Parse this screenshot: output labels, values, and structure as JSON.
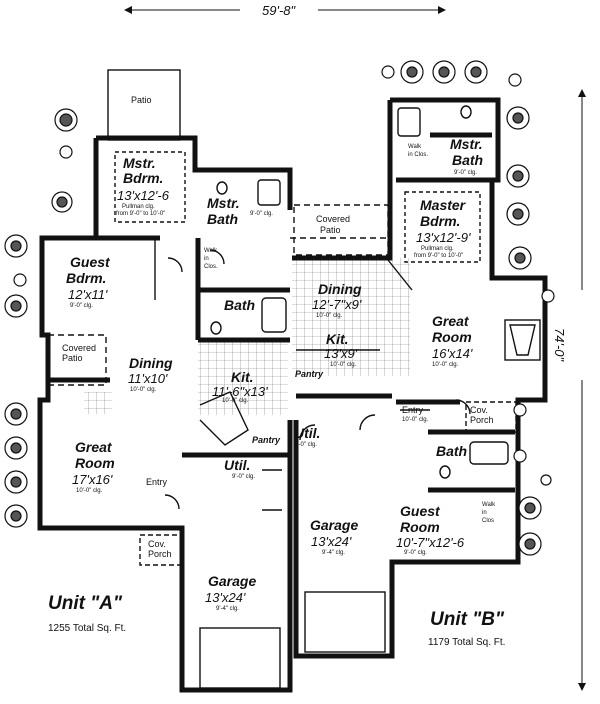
{
  "overall": {
    "width": "59'-8\"",
    "depth": "74'-0\""
  },
  "unit_a": {
    "title": "Unit \"A\"",
    "sqft": "1255 Total Sq. Ft.",
    "patio": "Patio",
    "mstr_bdrm": {
      "name1": "Mstr.",
      "name2": "Bdrm.",
      "dim": "13'x12'-6",
      "note1": "Pullman clg.",
      "note2": "from 9'-0\" to 10'-0\""
    },
    "mstr_bath": {
      "name1": "Mstr.",
      "name2": "Bath",
      "note": "9'-0\" clg."
    },
    "walk_in": {
      "l1": "Walk",
      "l2": "in",
      "l3": "Clos."
    },
    "guest_bdrm": {
      "name1": "Guest",
      "name2": "Bdrm.",
      "dim": "12'x11'",
      "note": "9'-0\" clg."
    },
    "bath": "Bath",
    "covered_patio": {
      "l1": "Covered",
      "l2": "Patio"
    },
    "dining": {
      "name": "Dining",
      "dim": "11'x10'",
      "note": "10'-0\" clg."
    },
    "kit": {
      "name": "Kit.",
      "dim": "11'-6\"x13'",
      "note": "10'-0\" clg."
    },
    "great_room": {
      "name1": "Great",
      "name2": "Room",
      "dim": "17'x16'",
      "note": "10'-0\" clg."
    },
    "pantry": "Pantry",
    "util": {
      "name": "Util.",
      "note": "9'-0\" clg."
    },
    "entry": "Entry",
    "cov_porch": {
      "l1": "Cov.",
      "l2": "Porch"
    },
    "garage": {
      "name": "Garage",
      "dim": "13'x24'",
      "note": "9'-4\" clg."
    }
  },
  "unit_b": {
    "title": "Unit \"B\"",
    "sqft": "1179 Total Sq. Ft.",
    "walk_in": {
      "l1": "Walk",
      "l2": "in Clos."
    },
    "mstr_bath": {
      "name1": "Mstr.",
      "name2": "Bath",
      "note": "9'-0\" clg."
    },
    "master_bdrm": {
      "name1": "Master",
      "name2": "Bdrm.",
      "dim": "13'x12'-9'",
      "note1": "Pullman clg.",
      "note2": "from 9'-0\" to 10'-0\""
    },
    "covered_patio": {
      "l1": "Covered",
      "l2": "Patio"
    },
    "dining": {
      "name": "Dining",
      "dim": "12'-7\"x9'",
      "note": "10'-0\" clg."
    },
    "kit": {
      "name": "Kit.",
      "dim": "13'x9'",
      "note": "10'-0\" clg."
    },
    "pantry": "Pantry",
    "great_room": {
      "name1": "Great",
      "name2": "Room",
      "dim": "16'x14'",
      "note": "10'-0\" clg."
    },
    "entry": {
      "name": "Entry",
      "note": "10'-0\" clg."
    },
    "cov_porch": {
      "l1": "Cov.",
      "l2": "Porch"
    },
    "util": {
      "name": "Util.",
      "note": "9'-0\" clg."
    },
    "bath": "Bath",
    "garage": {
      "name": "Garage",
      "dim": "13'x24'",
      "note": "9'-4\" clg."
    },
    "guest_room": {
      "name1": "Guest",
      "name2": "Room",
      "dim": "10'-7\"x12'-6",
      "note": "9'-0\" clg."
    },
    "walk_in2": {
      "l1": "Walk",
      "l2": "in",
      "l3": "Clos"
    }
  }
}
